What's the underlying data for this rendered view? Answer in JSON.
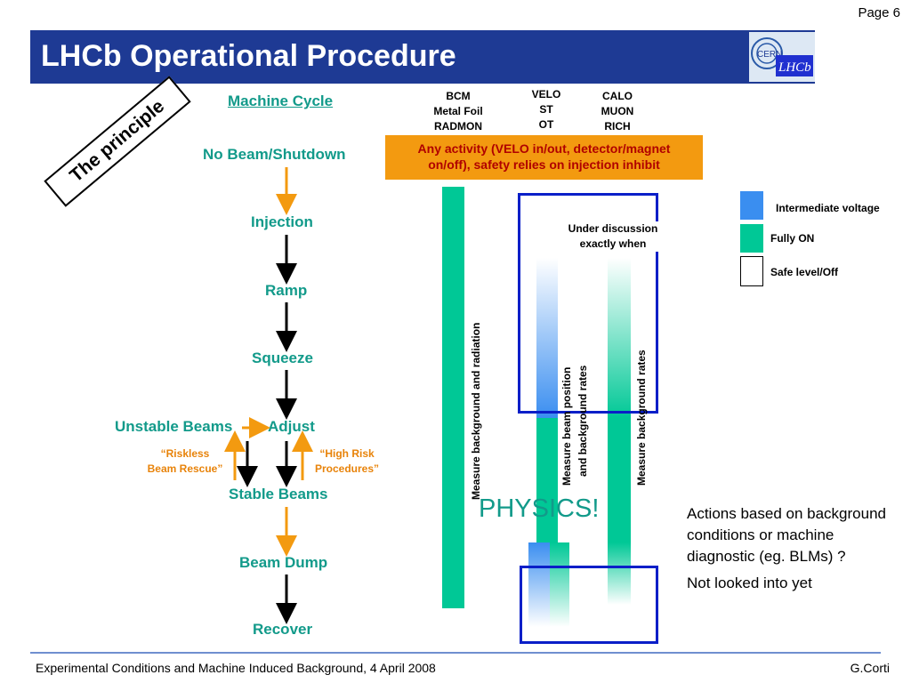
{
  "page": "Page 6",
  "title": "LHCb Operational Procedure",
  "logo": {
    "cern": "CERN",
    "lhcb": "LHCb"
  },
  "principle": "The principle",
  "machine_cycle": {
    "heading": "Machine Cycle",
    "steps": {
      "no_beam": "No Beam/Shutdown",
      "injection": "Injection",
      "ramp": "Ramp",
      "squeeze": "Squeeze",
      "unstable": "Unstable Beams",
      "adjust": "Adjust",
      "stable": "Stable Beams",
      "dump": "Beam Dump",
      "recover": "Recover"
    },
    "riskless": [
      "“Riskless",
      "Beam Rescue”"
    ],
    "high_risk": [
      "“High Risk",
      "Procedures”"
    ]
  },
  "detectors": {
    "col1": [
      "BCM",
      "Metal Foil",
      "RADMON"
    ],
    "col2": [
      "VELO",
      "ST",
      "OT"
    ],
    "col3": [
      "CALO",
      "MUON",
      "RICH"
    ]
  },
  "activity_box": [
    "Any activity (VELO in/out, detector/magnet",
    "on/off), safety relies on injection inhibit"
  ],
  "under_discussion": [
    "Under discussion",
    "exactly when"
  ],
  "vertical_labels": {
    "bar1": "Measure background and radiation",
    "bar2a": "Measure beam position",
    "bar2b": "and background rates",
    "bar3": "Measure background rates"
  },
  "physics": "PHYSICS!",
  "legend": {
    "intermediate": "Intermediate voltage",
    "fully_on": "Fully ON",
    "safe": "Safe level/Off"
  },
  "actions": {
    "text": "Actions based on background conditions or machine diagnostic (eg. BLMs) ?",
    "note": "Not looked into yet"
  },
  "footer": {
    "left": "Experimental Conditions and Machine Induced Background, 4 April 2008",
    "right": "G.Corti"
  },
  "colors": {
    "title_bar": "#1e3a94",
    "teal_text": "#129a8a",
    "green_bar": "#00c896",
    "blue_bar": "#3a8ef0",
    "orange": "#f39a10",
    "box_blue": "#0a1fc8"
  }
}
